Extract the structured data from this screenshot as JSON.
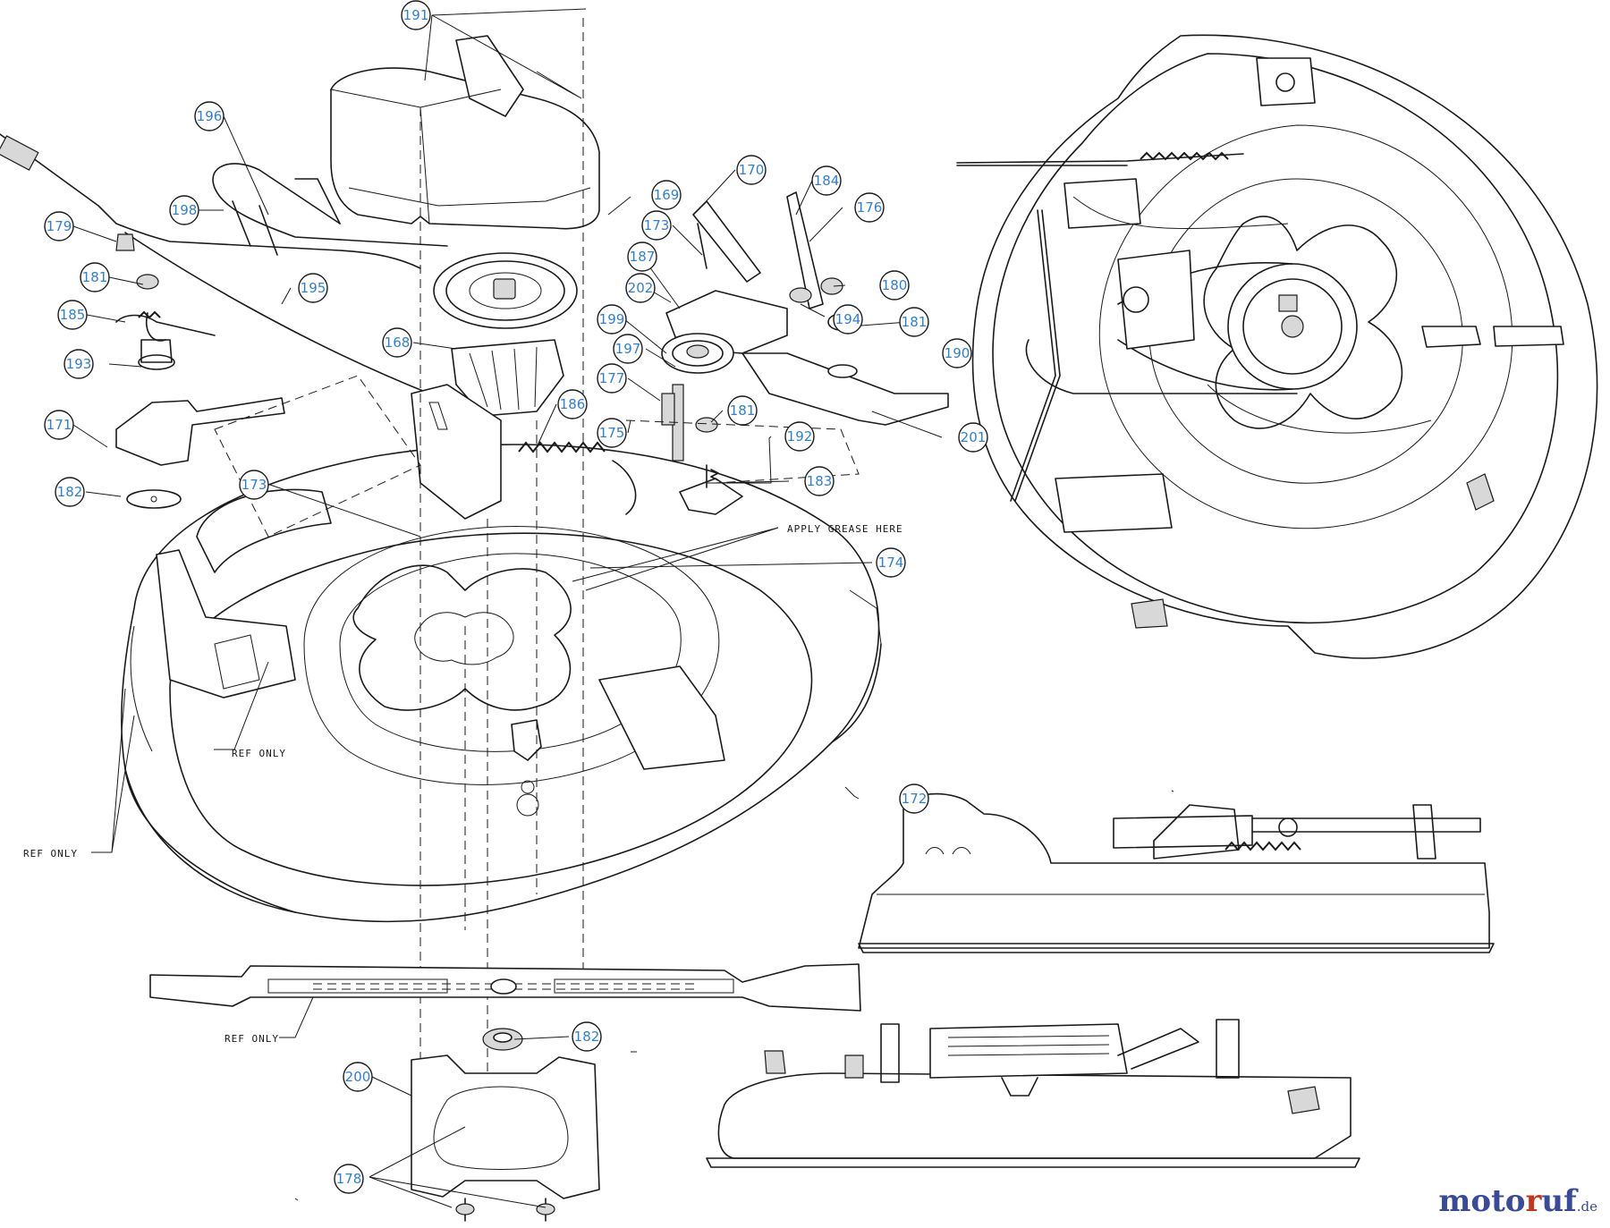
{
  "callouts": [
    {
      "id": "c191",
      "label": "191"
    },
    {
      "id": "c196",
      "label": "196"
    },
    {
      "id": "c198",
      "label": "198"
    },
    {
      "id": "c169",
      "label": "169"
    },
    {
      "id": "c179",
      "label": "179"
    },
    {
      "id": "c181a",
      "label": "181"
    },
    {
      "id": "c185",
      "label": "185"
    },
    {
      "id": "c195",
      "label": "195"
    },
    {
      "id": "c193",
      "label": "193"
    },
    {
      "id": "c168",
      "label": "168"
    },
    {
      "id": "c171",
      "label": "171"
    },
    {
      "id": "c186",
      "label": "186"
    },
    {
      "id": "c182a",
      "label": "182"
    },
    {
      "id": "c173a",
      "label": "173"
    },
    {
      "id": "c170",
      "label": "170"
    },
    {
      "id": "c184",
      "label": "184"
    },
    {
      "id": "c176",
      "label": "176"
    },
    {
      "id": "c173b",
      "label": "173"
    },
    {
      "id": "c187",
      "label": "187"
    },
    {
      "id": "c180",
      "label": "180"
    },
    {
      "id": "c202",
      "label": "202"
    },
    {
      "id": "c194",
      "label": "194"
    },
    {
      "id": "c181b",
      "label": "181"
    },
    {
      "id": "c199",
      "label": "199"
    },
    {
      "id": "c190",
      "label": "190"
    },
    {
      "id": "c197",
      "label": "197"
    },
    {
      "id": "c177",
      "label": "177"
    },
    {
      "id": "c181c",
      "label": "181"
    },
    {
      "id": "c201",
      "label": "201"
    },
    {
      "id": "c175",
      "label": "175"
    },
    {
      "id": "c192",
      "label": "192"
    },
    {
      "id": "c183",
      "label": "183"
    },
    {
      "id": "c174",
      "label": "174"
    },
    {
      "id": "c172",
      "label": "172"
    },
    {
      "id": "c182b",
      "label": "182"
    },
    {
      "id": "c200",
      "label": "200"
    },
    {
      "id": "c178",
      "label": "178"
    }
  ],
  "notes": {
    "apply_grease": "APPLY GREASE HERE",
    "ref_only_deck": "REF ONLY",
    "ref_only_left": "REF ONLY",
    "ref_only_blade": "REF ONLY"
  },
  "watermark": {
    "part_a": "moto",
    "part_b": "r",
    "part_c": "uf",
    "tld": ".de"
  },
  "colors": {
    "callout_text": "#2f7fd6",
    "line": "#1a1a1a",
    "watermark_blue": "#3a4a9a",
    "watermark_red": "#c8341f"
  }
}
